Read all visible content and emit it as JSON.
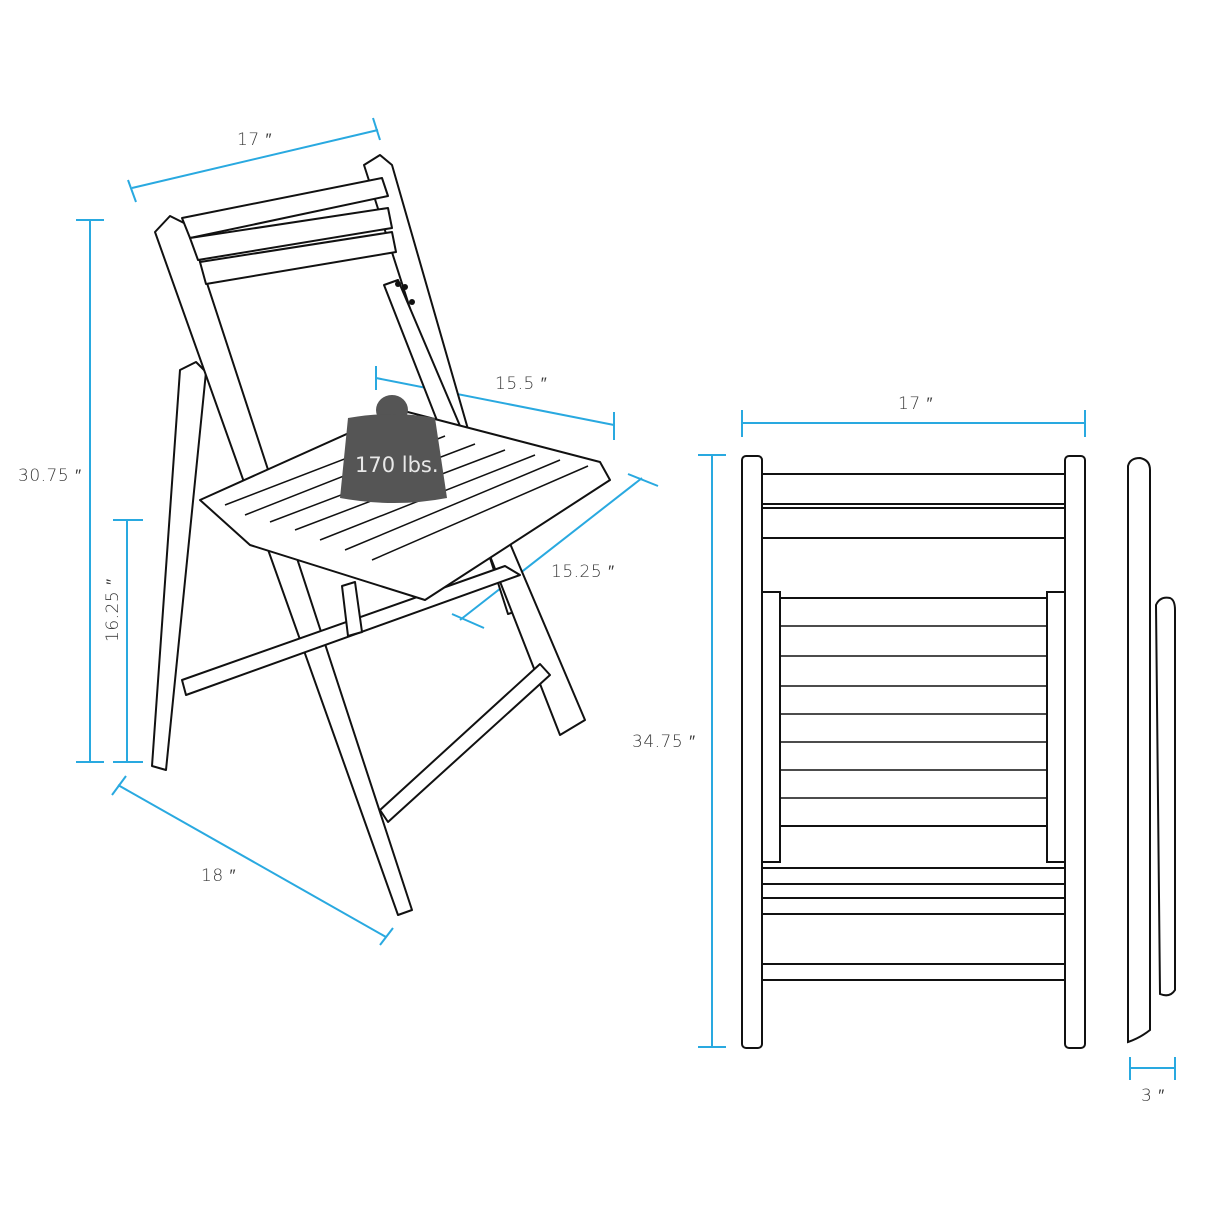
{
  "diagram": {
    "colors": {
      "dimension_line": "#29a9e0",
      "outline": "#111111",
      "weight_fill": "#555555",
      "text": "#3a3a3a",
      "background": "#ffffff"
    },
    "open_view": {
      "width_label": "17 ″",
      "height_label": "30.75 ″",
      "seat_height_label": "16.25 ″",
      "depth_label": "18 ″",
      "seat_width_label": "15.5 ″",
      "seat_depth_label": "15.25  ″",
      "weight_capacity_label": "170 lbs."
    },
    "folded_front_view": {
      "width_label": "17 ″",
      "height_label": "34.75 ″"
    },
    "folded_side_view": {
      "thickness_label": "3 ″"
    }
  }
}
